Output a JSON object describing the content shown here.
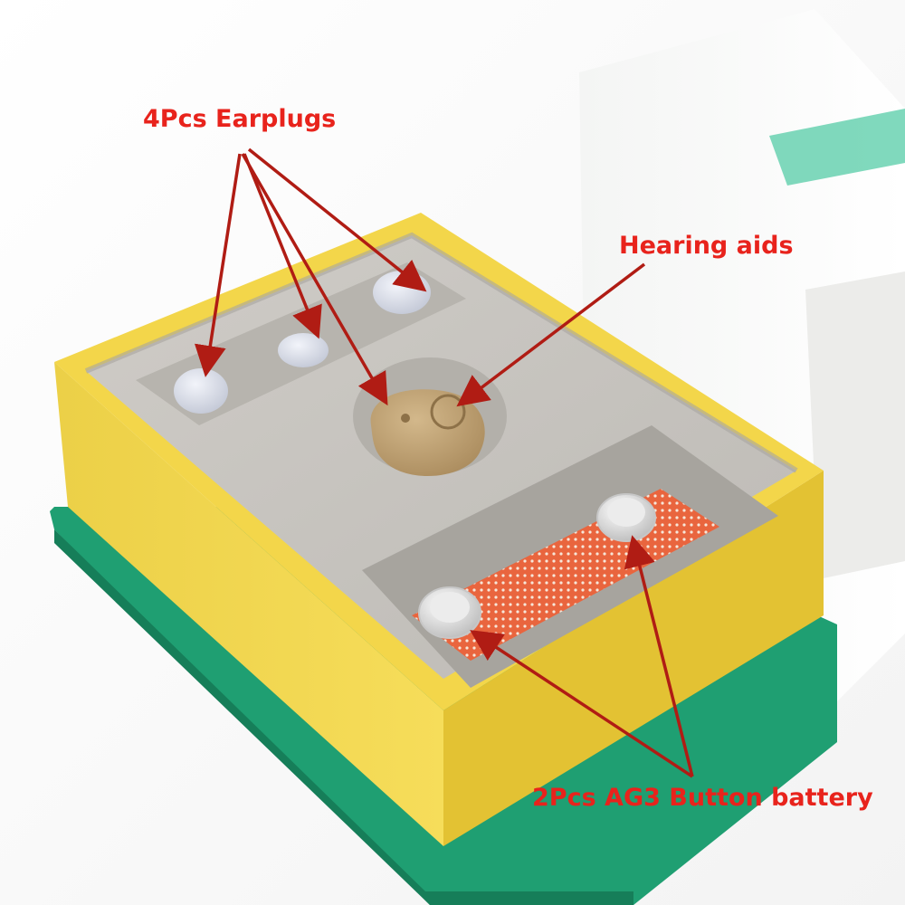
{
  "callouts": {
    "earplugs": "4Pcs Earplugs",
    "hearing_aids": "Hearing aids",
    "battery": "2Pcs AG3 Button battery"
  },
  "colors": {
    "callout_text": "#e8231c",
    "arrow": "#b01c14",
    "box_yellow": "#f3d64a",
    "box_yellow_dark": "#e6c22f",
    "box_green": "#1f9f72",
    "foam_gray": "#c9c6c1",
    "hearing_aid_beige": "#b99a6a",
    "earplug": "#d8dce6",
    "battery_pad": "#e8663e",
    "battery_silver": "#e1e1e1"
  }
}
